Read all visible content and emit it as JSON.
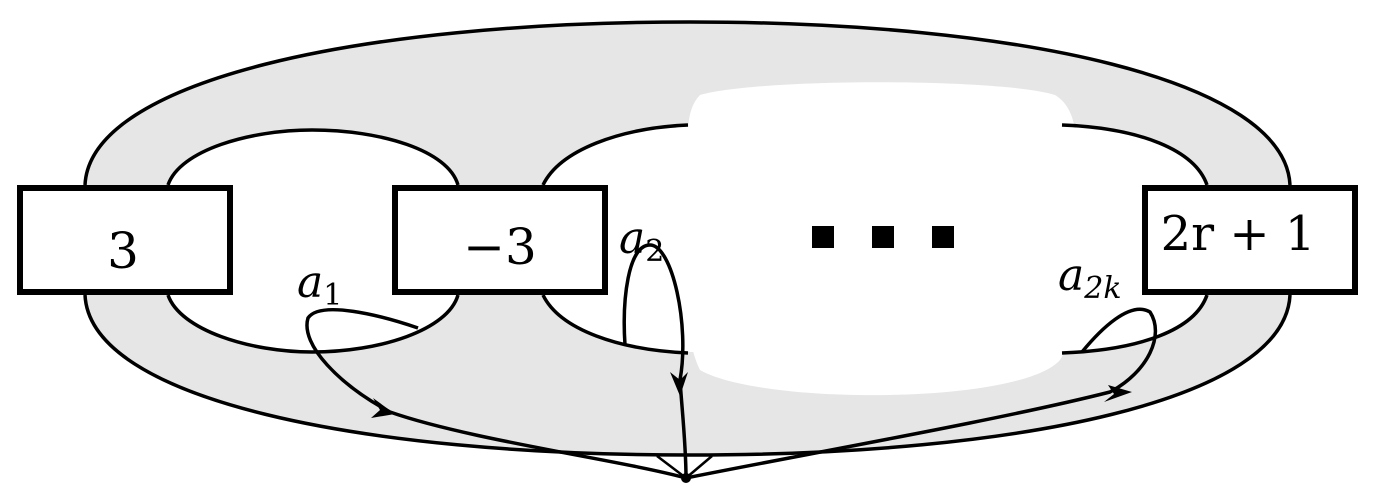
{
  "diagram": {
    "boxes": [
      {
        "id": "box1",
        "label": "3"
      },
      {
        "id": "box2",
        "label": "−3"
      },
      {
        "id": "box3",
        "label": "2r + 1"
      }
    ],
    "ellipsis": "■ ■ ■",
    "loops": [
      {
        "id": "a1",
        "symbol": "a",
        "subscript": "1"
      },
      {
        "id": "a2",
        "symbol": "a",
        "subscript": "2"
      },
      {
        "id": "a2k",
        "symbol": "a",
        "subscript": "2k"
      }
    ],
    "colors": {
      "surface": "#e6e6e6",
      "stroke": "#000000",
      "background": "#ffffff"
    }
  }
}
